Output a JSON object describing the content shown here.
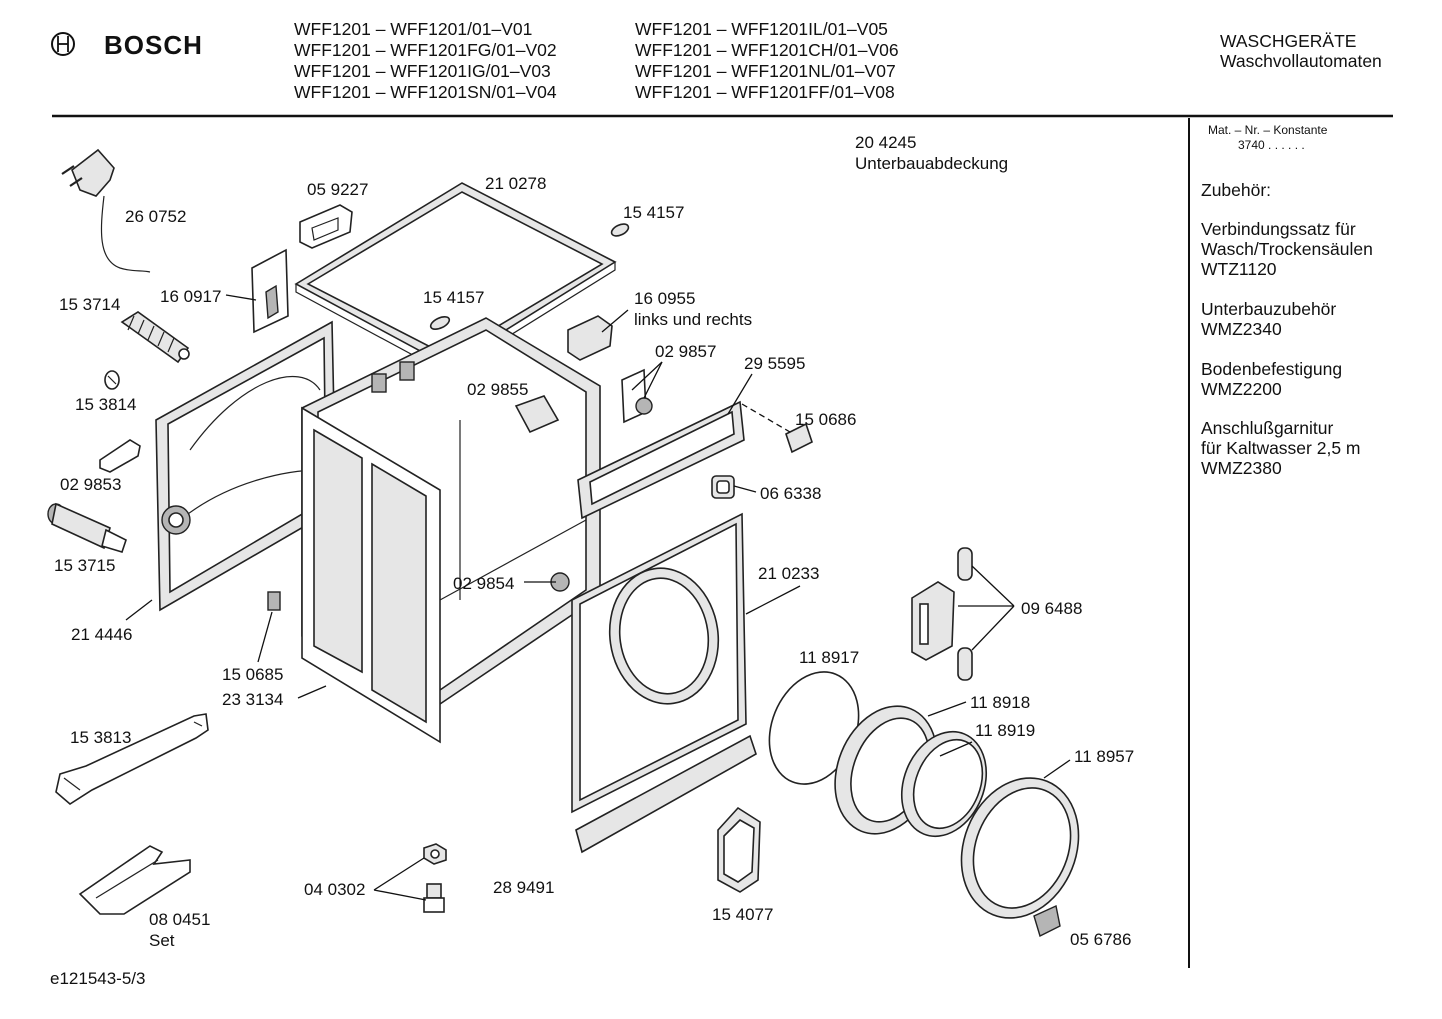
{
  "brand": {
    "name": "BOSCH"
  },
  "models": [
    "WFF1201 – WFF1201/01–V01",
    "WFF1201 – WFF1201FG/01–V02",
    "WFF1201 – WFF1201IG/01–V03",
    "WFF1201 – WFF1201SN/01–V04",
    "WFF1201 – WFF1201IL/01–V05",
    "WFF1201 – WFF1201CH/01–V06",
    "WFF1201 – WFF1201NL/01–V07",
    "WFF1201 – WFF1201FF/01–V08"
  ],
  "category": {
    "line1": "WASCHGERÄTE",
    "line2": "Waschvollautomaten"
  },
  "sidebar": {
    "mat_label": "Mat. – Nr. – Konstante",
    "mat_value": "3740  .  .  .  .  .  .",
    "accessories_title": "Zubehör:",
    "accessories": [
      {
        "line1": "Verbindungssatz für",
        "line2": "Wasch/Trockensäulen",
        "line3": "WTZ1120"
      },
      {
        "line1": "Unterbauzubehör",
        "line2": "WMZ2340"
      },
      {
        "line1": "Bodenbefestigung",
        "line2": "WMZ2200"
      },
      {
        "line1": "Anschlußgarnitur",
        "line2": "für Kaltwasser 2,5 m",
        "line3": "WMZ2380"
      }
    ]
  },
  "top_note": {
    "number": "20 4245",
    "text": "Unterbauabdeckung"
  },
  "parts": {
    "p260752": "26 0752",
    "p059227": "05 9227",
    "p210278": "21 0278",
    "p154157a": "15 4157",
    "p154157b": "15 4157",
    "p160917": "16 0917",
    "p153714": "15 3714",
    "p160955": "16 0955",
    "p160955_note": "links und rechts",
    "p153814": "15 3814",
    "p029857": "02 9857",
    "p029855": "02 9855",
    "p295595": "29 5595",
    "p150686": "15 0686",
    "p029853": "02 9853",
    "p066338": "06 6338",
    "p153715": "15 3715",
    "p210233": "21 0233",
    "p029854": "02 9854",
    "p096488": "09 6488",
    "p214446": "21 4446",
    "p150685": "15 0685",
    "p118917": "11 8917",
    "p233134": "23 3134",
    "p118918": "11 8918",
    "p118919": "11 8919",
    "p153813": "15 3813",
    "p118957": "11 8957",
    "p040302": "04 0302",
    "p289491": "28 9491",
    "p154077": "15 4077",
    "p080451": "08 0451",
    "p080451_note": "Set",
    "p056786": "05 6786"
  },
  "footer": {
    "ref": "e121543-5/3"
  }
}
